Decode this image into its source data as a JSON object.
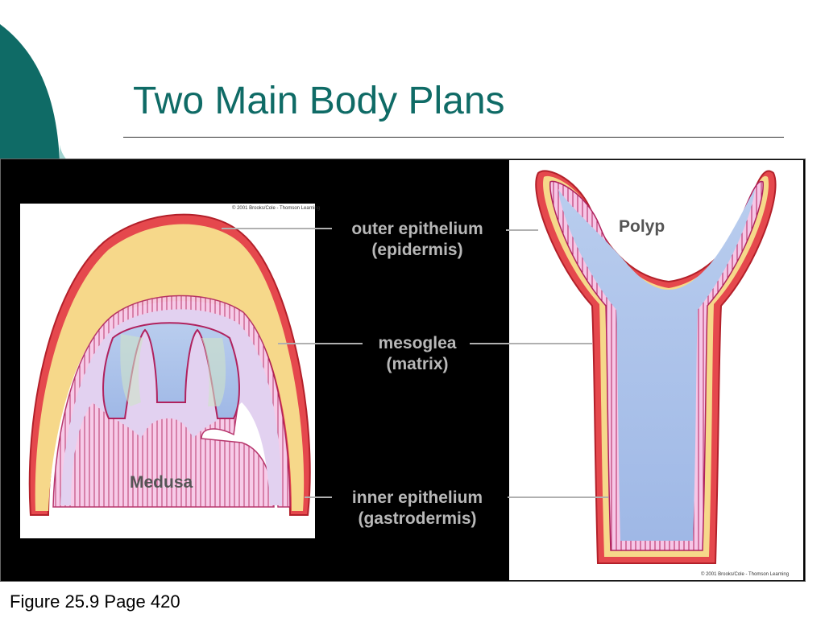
{
  "slide": {
    "title": "Two Main Body Plans",
    "caption": "Figure 25.9 Page 420",
    "accent_color": "#0f6b66"
  },
  "figure": {
    "copyright_medusa": "© 2001 Brooks/Cole - Thomson Learning",
    "copyright_polyp": "© 2001 Brooks/Cole - Thomson Learning",
    "medusa_label": "Medusa",
    "polyp_label": "Polyp",
    "labels": [
      {
        "line1": "outer epithelium",
        "line2": "(epidermis)"
      },
      {
        "line1": "mesoglea",
        "line2": "(matrix)"
      },
      {
        "line1": "inner epithelium",
        "line2": "(gastrodermis)"
      }
    ],
    "colors": {
      "outer_layer": "#e5484d",
      "mesoglea": "#f6d88a",
      "inner_layer": "#e86fc2",
      "cavity": "#a9c2ea"
    }
  }
}
